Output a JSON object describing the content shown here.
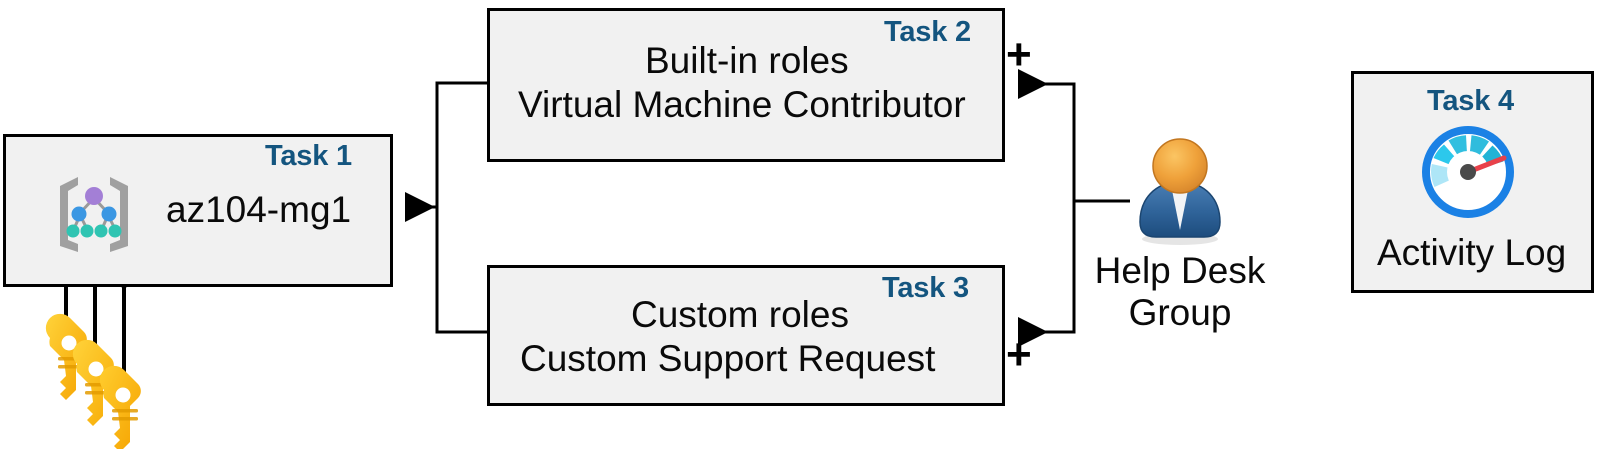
{
  "diagram": {
    "title": "Azure RBAC task diagram",
    "accent_color": "#14557f",
    "box_fill": "#f1f1f1",
    "box_border": "#000000"
  },
  "boxes": [
    {
      "id": "task1",
      "task_label": "Task 1",
      "lines": [
        "az104-mg1"
      ],
      "icon": "management-group-icon"
    },
    {
      "id": "task2",
      "task_label": "Task 2",
      "lines": [
        "Built-in roles",
        "Virtual Machine Contributor"
      ],
      "icon": ""
    },
    {
      "id": "task3",
      "task_label": "Task 3",
      "lines": [
        "Custom roles",
        "Custom Support Request"
      ],
      "icon": ""
    },
    {
      "id": "task4",
      "task_label": "Task 4",
      "lines": [
        "Activity Log"
      ],
      "icon": "activity-log-gauge-icon"
    }
  ],
  "actor": {
    "icon": "user-group-icon",
    "caption_line1": "Help Desk",
    "caption_line2": "Group"
  },
  "keys": {
    "icon": "keys-icon",
    "count": 3
  },
  "connectors": {
    "plus_top": "+",
    "plus_bottom": "+"
  }
}
